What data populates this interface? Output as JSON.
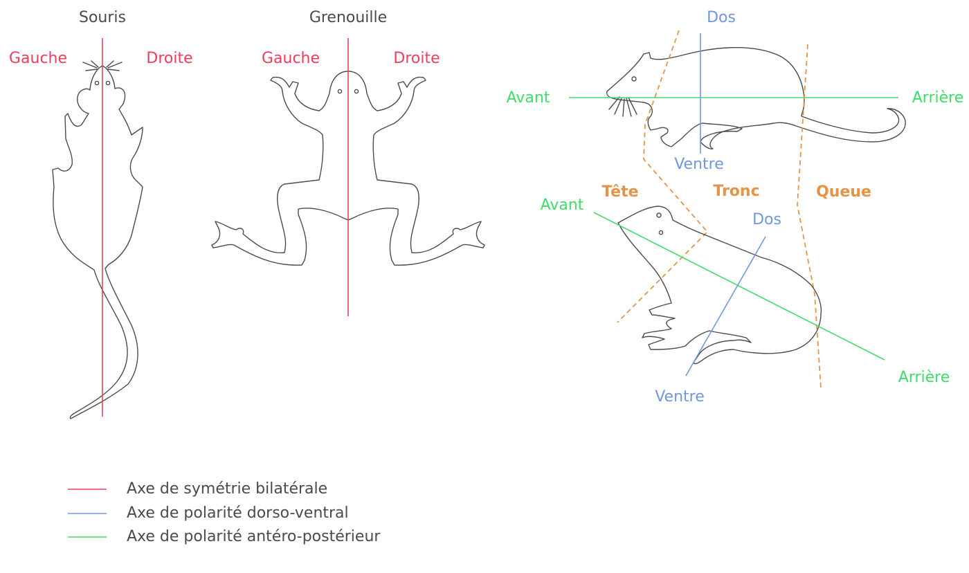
{
  "colors": {
    "symmetry": "#ee3d5b",
    "dorsoventral": "#6f97e0",
    "anteroposterior": "#3fdc6a",
    "regions": "#e4934a",
    "title": "#4a4a4a",
    "legend_text": "#4a4a4a"
  },
  "mouse_top": {
    "title": "Souris",
    "left": "Gauche",
    "right": "Droite"
  },
  "frog_top": {
    "title": "Grenouille",
    "left": "Gauche",
    "right": "Droite"
  },
  "mouse_side": {
    "dorsal": "Dos",
    "ventral": "Ventre",
    "front": "Avant",
    "back": "Arrière"
  },
  "regions": {
    "head": "Tête",
    "trunk": "Tronc",
    "tail": "Queue"
  },
  "frog_side": {
    "front": "Avant",
    "dorsal": "Dos",
    "ventral": "Ventre",
    "back": "Arrière"
  },
  "legend": [
    {
      "label": "Axe de symétrie bilatérale",
      "color": "#ee3d5b"
    },
    {
      "label": "Axe de polarité dorso-ventral",
      "color": "#6f97e0"
    },
    {
      "label": "Axe de polarité antéro-postérieur",
      "color": "#3fdc6a"
    }
  ]
}
